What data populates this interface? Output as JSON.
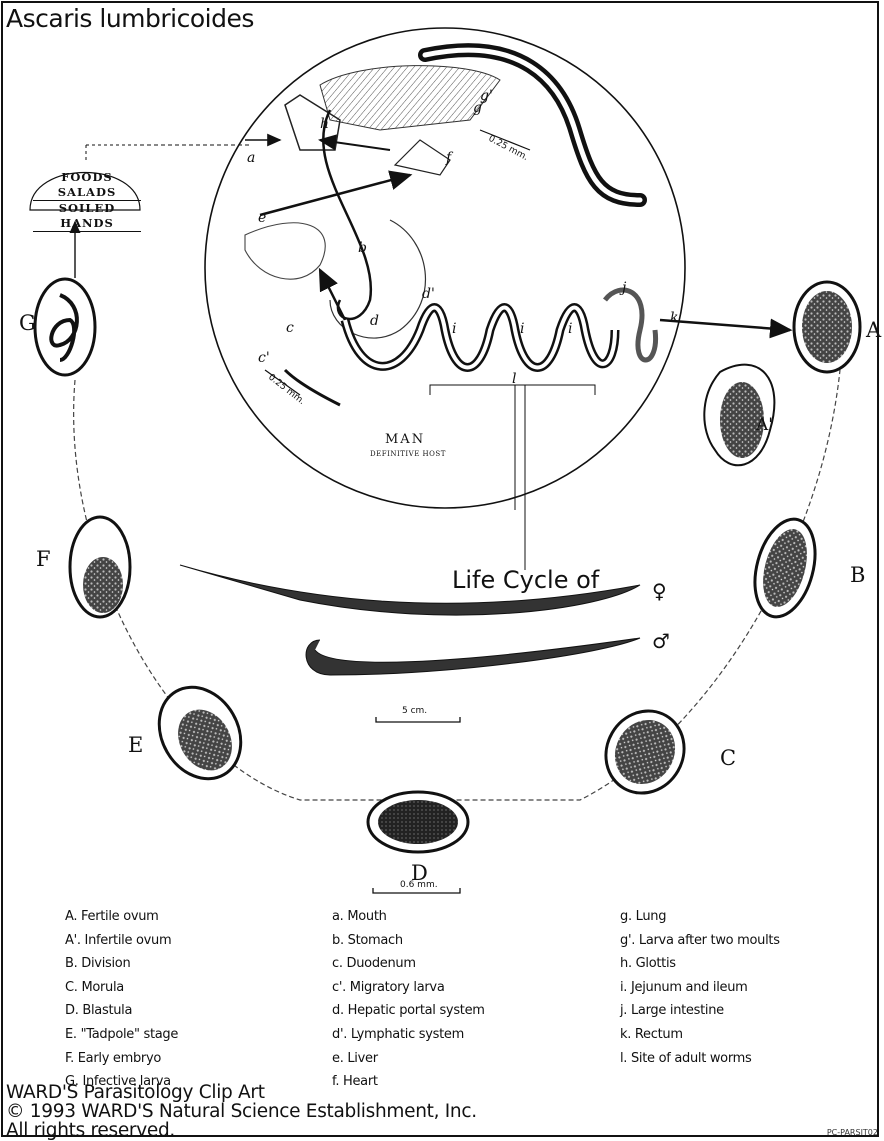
{
  "title": "Ascaris lumbricoides",
  "overlay_title": "Life Cycle of",
  "host": {
    "label": "MAN",
    "sublabel": "DEFINITIVE HOST"
  },
  "sources": [
    "FOODS",
    "SALADS",
    "SOILED HANDS"
  ],
  "stage_letters": [
    "A",
    "A'",
    "B",
    "C",
    "D",
    "E",
    "F",
    "G"
  ],
  "organ_letters": [
    "a",
    "b",
    "c",
    "c'",
    "d",
    "d'",
    "e",
    "f",
    "g",
    "g'",
    "h",
    "i",
    "i",
    "i",
    "j",
    "k",
    "l"
  ],
  "scales": [
    "0.25 mm.",
    "0.25 mm.",
    "5 cm.",
    "0.6 mm."
  ],
  "sex_symbols": [
    "♀",
    "♂"
  ],
  "legend": {
    "col1": [
      "A. Fertile ovum",
      "A'. Infertile ovum",
      "B. Division",
      "C. Morula",
      "D. Blastula",
      "E. \"Tadpole\" stage",
      "F. Early embryo",
      "G. Infective larva"
    ],
    "col2": [
      "a. Mouth",
      "b. Stomach",
      "c. Duodenum",
      "c'. Migratory larva",
      "d. Hepatic portal system",
      "d'. Lymphatic system",
      "e. Liver",
      "f. Heart"
    ],
    "col3": [
      "g. Lung",
      "g'. Larva after two moults",
      "h. Glottis",
      "i. Jejunum and ileum",
      "j. Large intestine",
      "k. Rectum",
      "l. Site of adult worms"
    ]
  },
  "copyright": [
    "WARD'S Parasitology Clip Art",
    "© 1993 WARD'S Natural Science Establishment, Inc.",
    "All rights reserved."
  ],
  "code": "PC-PARSIT02"
}
